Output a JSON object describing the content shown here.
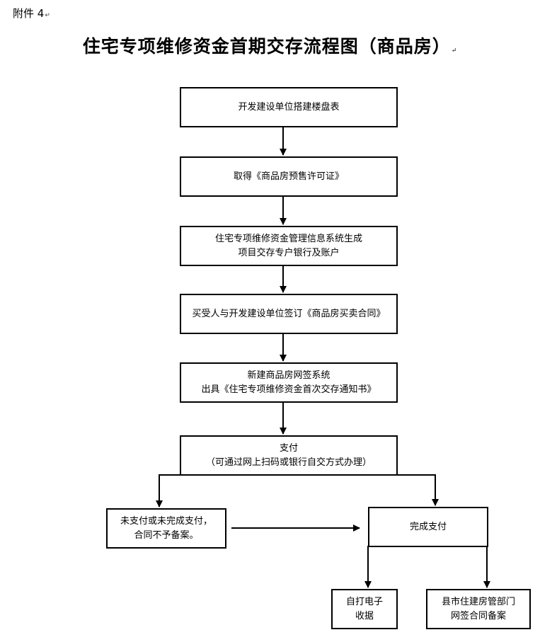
{
  "attachment_label": "附件 4",
  "title": "住宅专项维修资金首期交存流程图（商品房）",
  "nodes": {
    "step1": [
      "开发建设单位搭建楼盘表"
    ],
    "step2": [
      "取得《商品房预售许可证》"
    ],
    "step3": [
      "住宅专项维修资金管理信息系统生成",
      "项目交存专户银行及账户"
    ],
    "step4": [
      "买受人与开发建设单位签订《商品房买卖合同》"
    ],
    "step5": [
      "新建商品房网签系统",
      "出具《住宅专项维修资金首次交存通知书》"
    ],
    "step6": [
      "支付",
      "（可通过网上扫码或银行自交方式办理）"
    ],
    "unpaid": [
      "未支付或未完成支付，",
      "合同不予备案。"
    ],
    "paid": [
      "完成支付"
    ],
    "receipt": [
      "自打电子",
      "收据"
    ],
    "filing": [
      "县市住建房管部门",
      "网签合同备案"
    ]
  },
  "line_color": "#000000"
}
